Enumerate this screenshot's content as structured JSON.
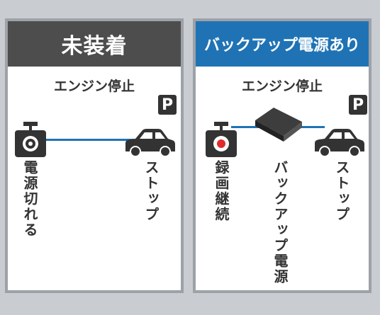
{
  "left": {
    "title": "未装着",
    "subtitle": "エンジン停止",
    "camera_label": "電源切れる",
    "car_label": "ストップ"
  },
  "right": {
    "title": "バックアップ電源あり",
    "subtitle": "エンジン停止",
    "camera_label": "録画継続",
    "battery_label": "バックアップ電源",
    "car_label": "ストップ"
  },
  "parking_sign": "P",
  "colors": {
    "left_header": "#4d4d4d",
    "right_header": "#1f73b5",
    "wire": "#1f73b5",
    "record_dot": "#e12a2a"
  },
  "icons": [
    "dashcam-icon",
    "car-icon",
    "parking-sign-icon",
    "backup-battery-icon"
  ]
}
